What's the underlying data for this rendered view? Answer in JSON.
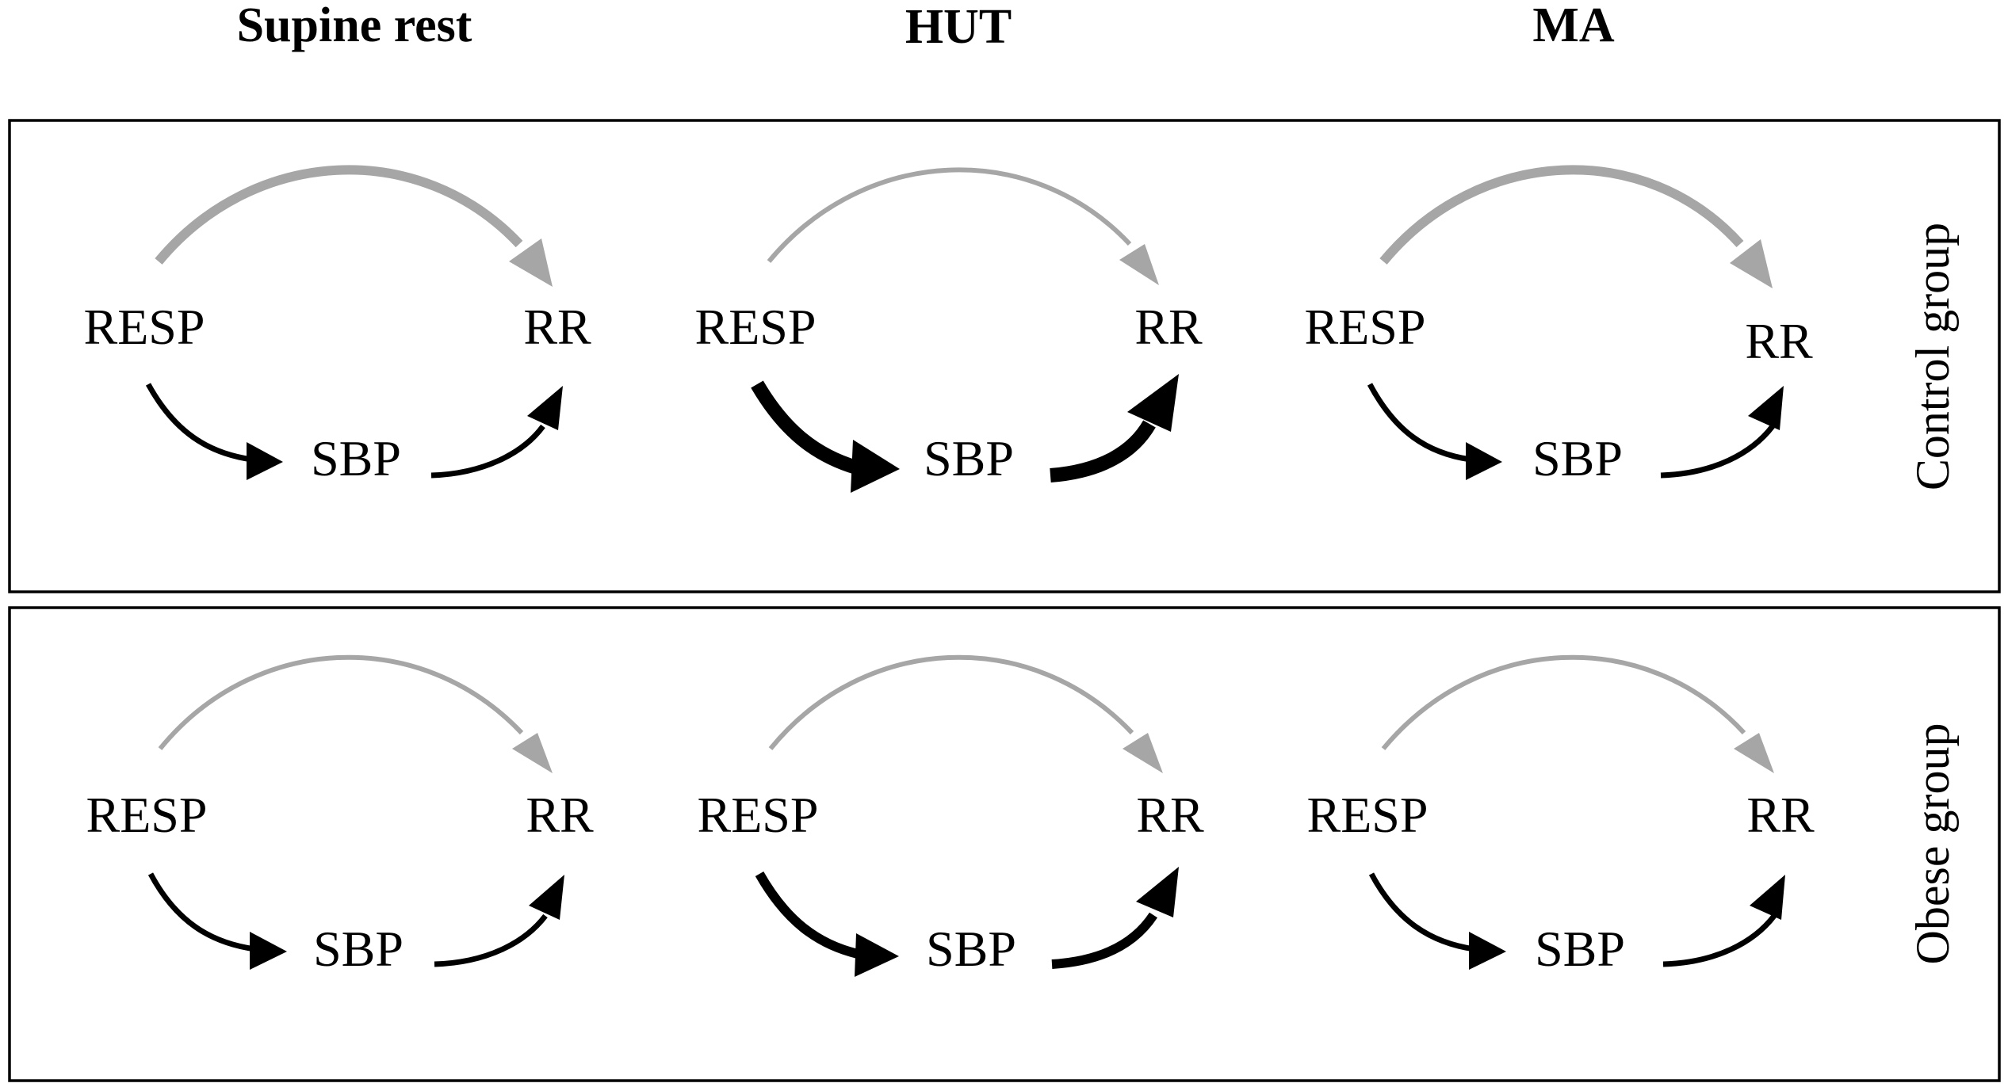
{
  "columns": [
    "Supine rest",
    "HUT",
    "MA"
  ],
  "rows": [
    {
      "label": "Control group",
      "cells": [
        {
          "nodes": {
            "resp": "RESP",
            "rr": "RR",
            "sbp": "SBP"
          },
          "direct_arrow": {
            "color": "#a6a6a6",
            "weight": "thick"
          },
          "indirect_arrows": {
            "color": "#000000",
            "weight": "normal"
          }
        },
        {
          "nodes": {
            "resp": "RESP",
            "rr": "RR",
            "sbp": "SBP"
          },
          "direct_arrow": {
            "color": "#a6a6a6",
            "weight": "thin"
          },
          "indirect_arrows": {
            "color": "#000000",
            "weight": "thick"
          }
        },
        {
          "nodes": {
            "resp": "RESP",
            "rr": "RR",
            "sbp": "SBP"
          },
          "direct_arrow": {
            "color": "#a6a6a6",
            "weight": "thick"
          },
          "indirect_arrows": {
            "color": "#000000",
            "weight": "normal"
          }
        }
      ]
    },
    {
      "label": "Obese group",
      "cells": [
        {
          "nodes": {
            "resp": "RESP",
            "rr": "RR",
            "sbp": "SBP"
          },
          "direct_arrow": {
            "color": "#a6a6a6",
            "weight": "normal"
          },
          "indirect_arrows": {
            "color": "#000000",
            "weight": "normal"
          }
        },
        {
          "nodes": {
            "resp": "RESP",
            "rr": "RR",
            "sbp": "SBP"
          },
          "direct_arrow": {
            "color": "#a6a6a6",
            "weight": "normal"
          },
          "indirect_arrows": {
            "color": "#000000",
            "weight": "medium"
          }
        },
        {
          "nodes": {
            "resp": "RESP",
            "rr": "RR",
            "sbp": "SBP"
          },
          "direct_arrow": {
            "color": "#a6a6a6",
            "weight": "normal"
          },
          "indirect_arrows": {
            "color": "#000000",
            "weight": "normal"
          }
        }
      ]
    }
  ]
}
